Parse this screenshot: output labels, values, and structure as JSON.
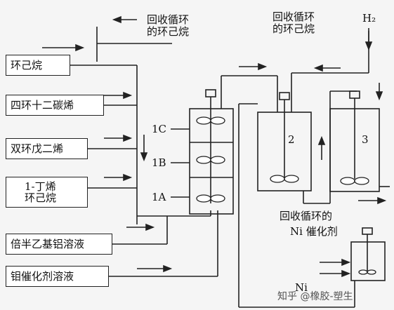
{
  "feeds": [
    {
      "label": "环己烷"
    },
    {
      "label": "四环十二碳烯"
    },
    {
      "label": "双环戊二烯"
    },
    {
      "label": "1-丁烯",
      "label2": "环己烷"
    },
    {
      "label": "倍半乙基铝溶液"
    },
    {
      "label": "钼催化剂溶液"
    }
  ],
  "recycle": {
    "top_left": [
      "回收循环",
      "的环己烷"
    ],
    "top_right": [
      "回收循环",
      "的环己烷"
    ],
    "ni_line1": "回收循环的",
    "ni_line2": "Ni 催化剂"
  },
  "hydrogen": "H₂",
  "reactor_stages": [
    "1C",
    "1B",
    "1A"
  ],
  "vessels": [
    "2",
    "3"
  ],
  "bottom_label": "Ni",
  "watermark": "知乎 @橡胶-塑生",
  "colors": {
    "line": "#222222",
    "background": "#f5f5f5"
  }
}
